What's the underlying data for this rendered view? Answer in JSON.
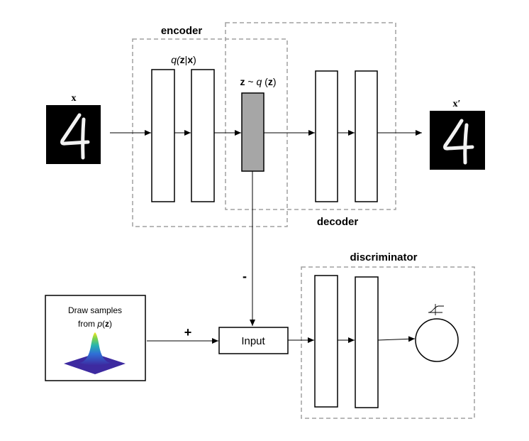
{
  "labels": {
    "encoder": "encoder",
    "decoder": "decoder",
    "discriminator": "discriminator",
    "q_open": "q(",
    "q_z": "z",
    "q_bar": "|",
    "q_x": "x",
    "q_close": ")",
    "latent_z": "z",
    "latent_tilde": " ~ ",
    "latent_q": "q",
    "latent_paren_open": " (",
    "latent_z2": "z",
    "latent_paren_close": ")",
    "input_x": "x",
    "output_x": "x′",
    "minus": "-",
    "plus": "+",
    "input_box": "Input",
    "draw_line1": "Draw samples",
    "draw_line2_a": "from ",
    "draw_line2_p": "p",
    "draw_line2_b": "(",
    "draw_line2_z": "z",
    "draw_line2_c": ")"
  },
  "colors": {
    "latent_fill": "#a6a6a6",
    "dashed_border": "#a0a0a0",
    "line": "#000000",
    "digit_bg": "#000000",
    "digit_stroke": "#f2f2f2"
  },
  "icons": {
    "input_image": "handwritten-digit-4-image",
    "output_image": "handwritten-digit-4-image",
    "prior": "gaussian-surface-plot",
    "sigmoid": "sigmoid-icon"
  }
}
